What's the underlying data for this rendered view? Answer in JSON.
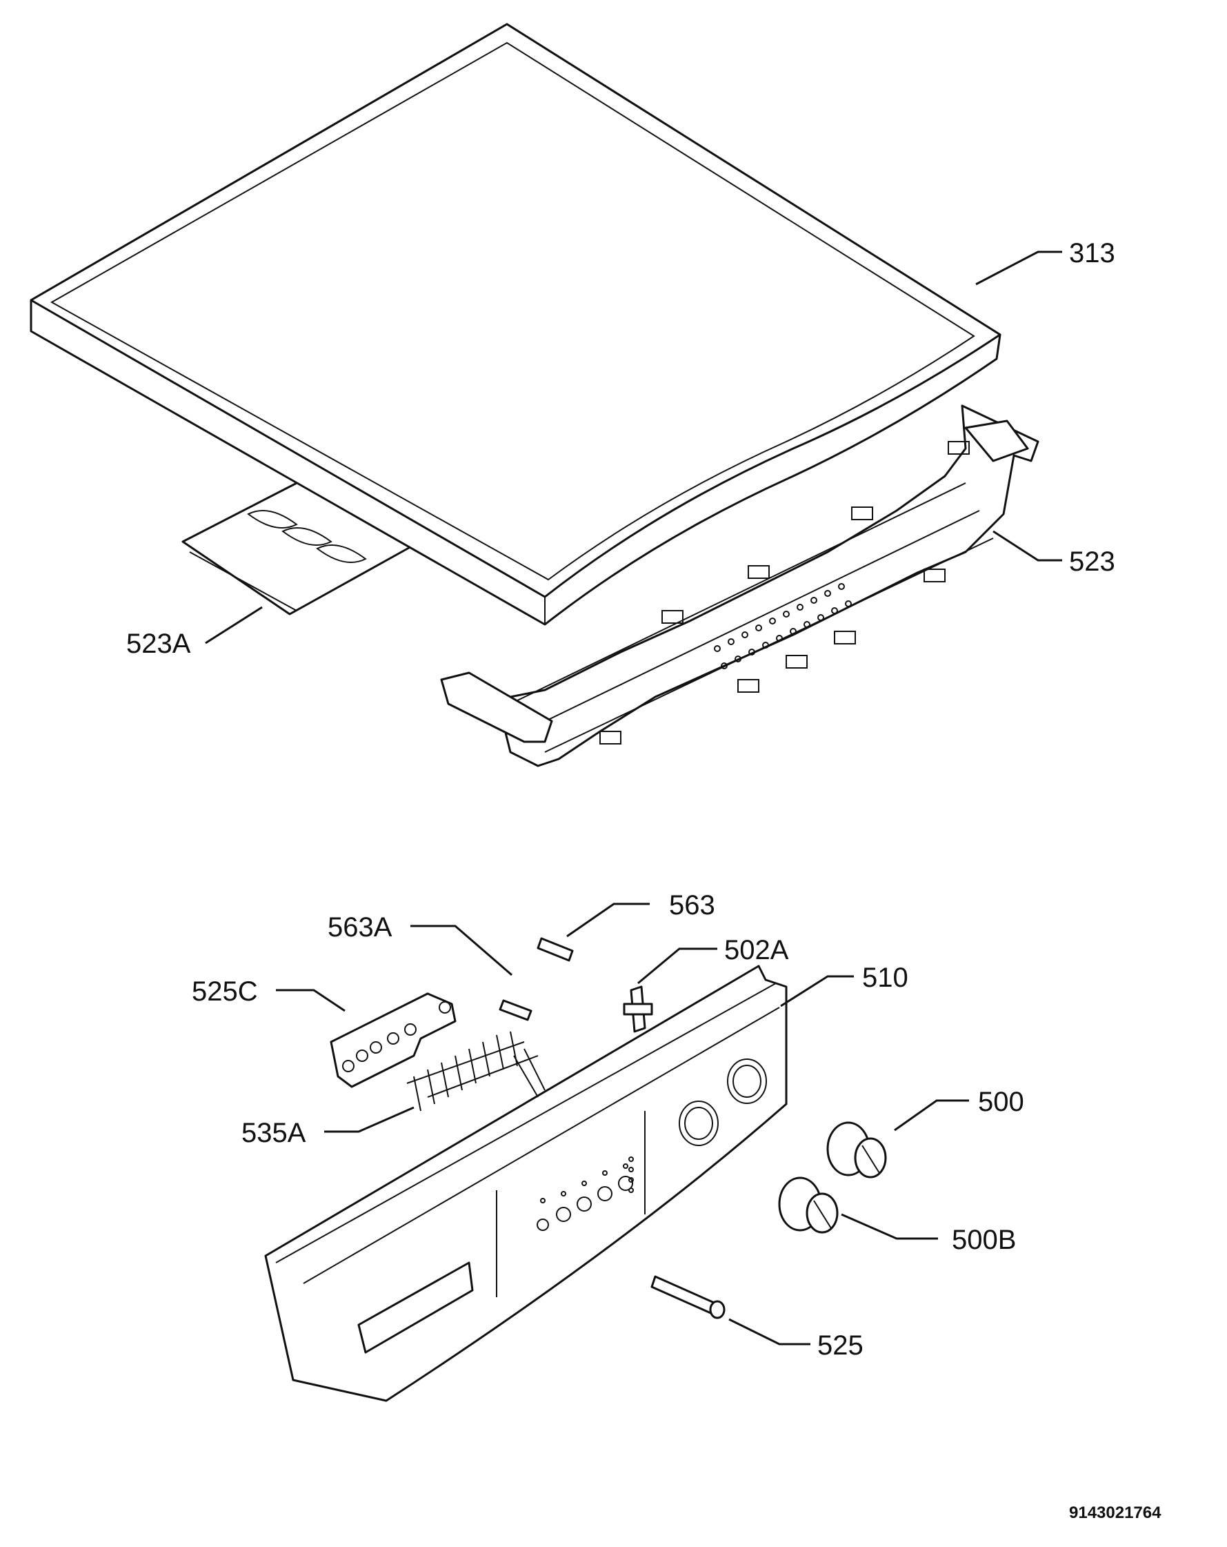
{
  "diagram": {
    "background": "#ffffff",
    "ink": "#111111",
    "document_number": "9143021764",
    "callouts": [
      {
        "id": "313",
        "label": "313"
      },
      {
        "id": "523",
        "label": "523"
      },
      {
        "id": "523A",
        "label": "523A"
      },
      {
        "id": "563",
        "label": "563"
      },
      {
        "id": "563A",
        "label": "563A"
      },
      {
        "id": "502A",
        "label": "502A"
      },
      {
        "id": "510",
        "label": "510"
      },
      {
        "id": "525C",
        "label": "525C"
      },
      {
        "id": "535A",
        "label": "535A"
      },
      {
        "id": "500",
        "label": "500"
      },
      {
        "id": "500B",
        "label": "500B"
      },
      {
        "id": "525",
        "label": "525"
      }
    ]
  }
}
